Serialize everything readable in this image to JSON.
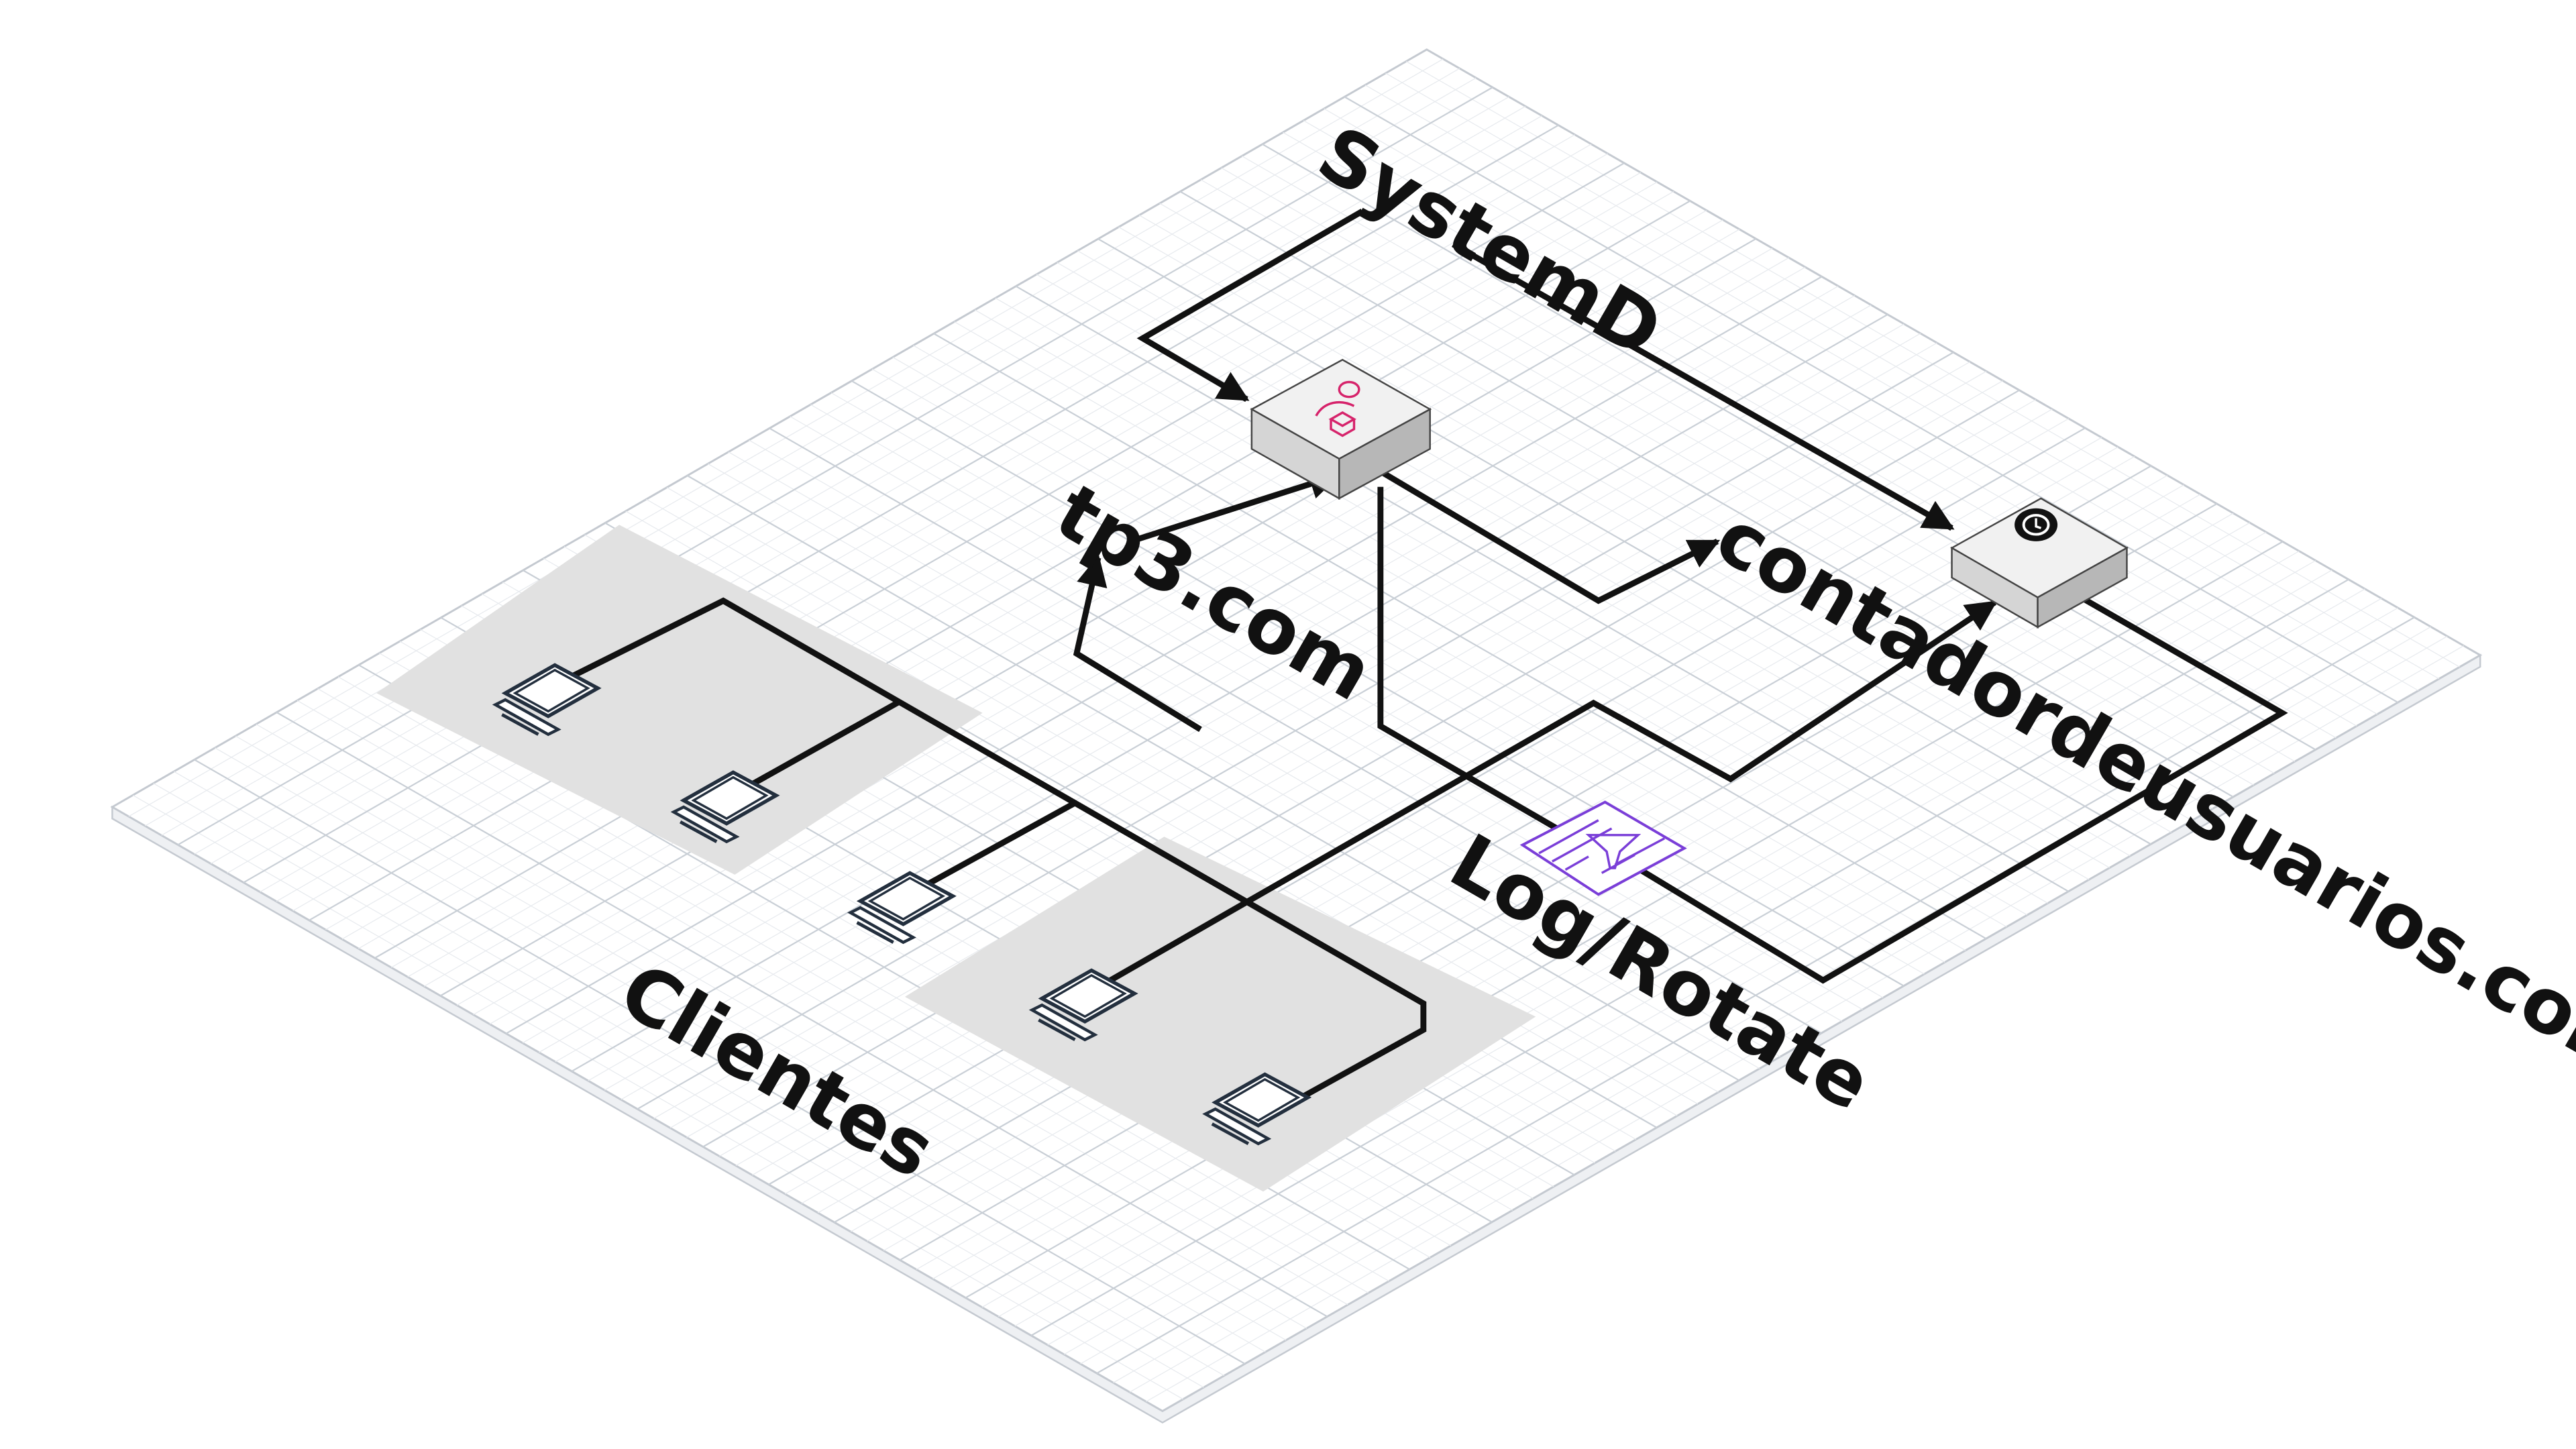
{
  "diagram": {
    "labels": {
      "systemd": "SystemD",
      "tp3": "tp3.com",
      "contador": "contadordeusuarios.com",
      "logrotate": "Log/Rotate",
      "clientes": "Clientes"
    },
    "colors": {
      "background": "#ffffff",
      "grid_line": "#c9cfd6",
      "grid_line_minor": "#e7eaee",
      "platform_edge": "#d7dbe0",
      "cube_top": "#f1f1f1",
      "cube_left": "#d5d5d5",
      "cube_right": "#b7b7b7",
      "group_area": "#e1e1e1",
      "connector": "#111111",
      "user_icon": "#d6236b",
      "logrotate_icon": "#7a3ed8",
      "client_icon": "#232f3e"
    },
    "icons": {
      "tp3_server": "user-service-icon",
      "contador_server": "power-clock-icon",
      "logrotate": "log-filter-document-icon",
      "client": "desktop-client-icon"
    }
  }
}
